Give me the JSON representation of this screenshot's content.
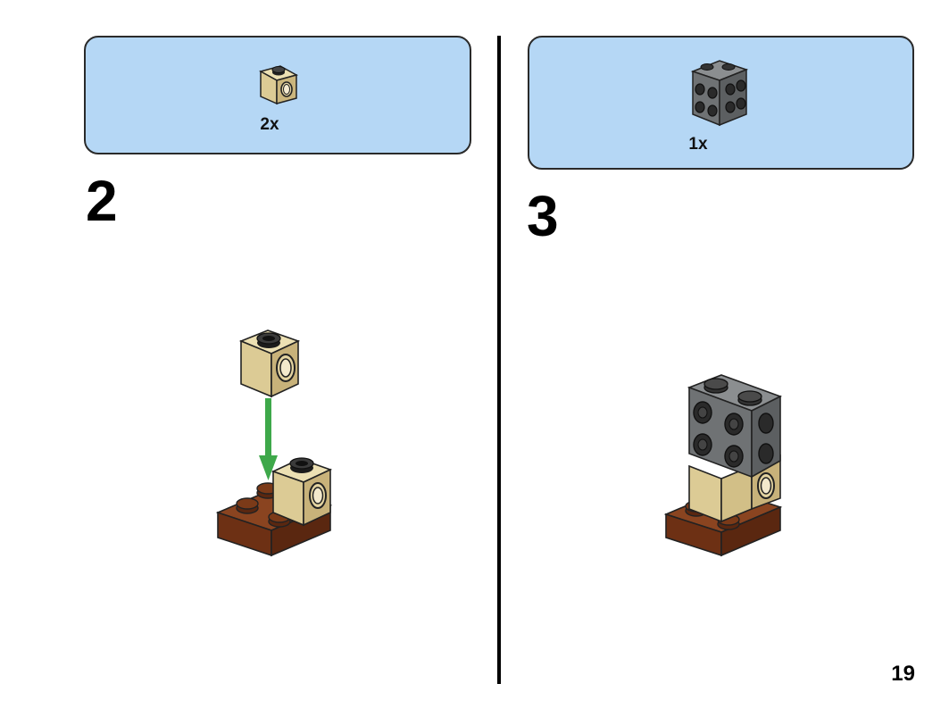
{
  "steps": [
    {
      "number": "2",
      "parts": [
        {
          "icon": "tan-technic-brick-1x1-icon",
          "quantity": "2x"
        }
      ]
    },
    {
      "number": "3",
      "parts": [
        {
          "icon": "dark-gray-brick-2x2-studs-on-side-icon",
          "quantity": "1x"
        }
      ]
    }
  ],
  "page": {
    "number": "19"
  },
  "colors": {
    "parts_box_background": "#b5d7f5",
    "tan": "#dccb95",
    "reddish_brown": "#7a3a1a",
    "dark_gray": "#6f7274",
    "arrow_green": "#3ea84a",
    "text": "#000000"
  }
}
